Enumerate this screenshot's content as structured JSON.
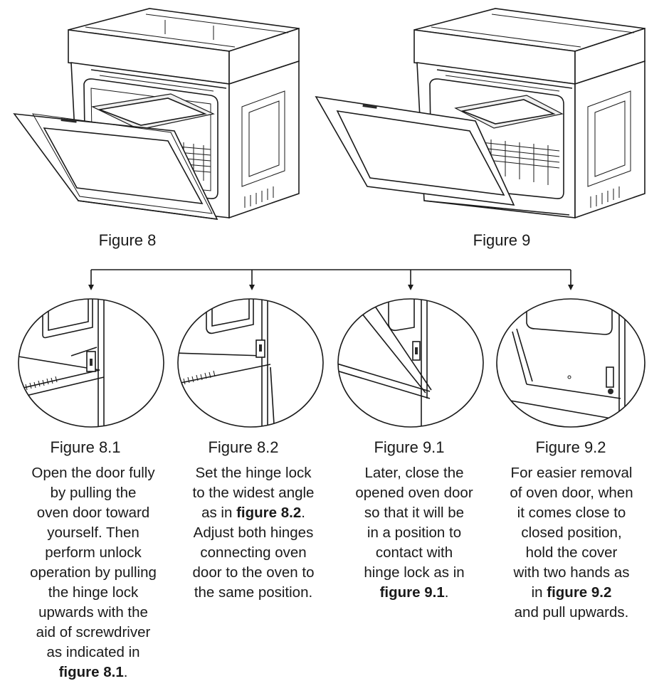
{
  "figures": {
    "fig8": {
      "caption": "Figure 8"
    },
    "fig9": {
      "caption": "Figure 9"
    }
  },
  "steps": [
    {
      "caption": "Figure 8.1",
      "text_lines": [
        "Open the door fully",
        "by pulling the",
        "oven door toward",
        "yourself. Then",
        "perform unlock",
        "operation by pulling",
        "the hinge lock",
        "upwards with the",
        "aid of screwdriver",
        "as indicated in"
      ],
      "bold_ref": "figure 8.1",
      "after_ref": "."
    },
    {
      "caption": "Figure 8.2",
      "line1": "Set the hinge lock",
      "line2": "to the widest angle",
      "line3_pre": "as in ",
      "bold_ref": "figure 8.2",
      "line3_post": ".",
      "line4": "Adjust both hinges",
      "line5": "connecting oven",
      "line6": "door to the oven to",
      "line7": "the same position."
    },
    {
      "caption": "Figure 9.1",
      "text_lines": [
        "Later, close the",
        "opened oven door",
        "so that it will be",
        "in a position to",
        "contact with",
        "hinge lock as in"
      ],
      "bold_ref": "figure 9.1",
      "after_ref": "."
    },
    {
      "caption": "Figure 9.2",
      "text_lines": [
        "For easier removal",
        "of oven door, when",
        "it comes close to",
        "closed position,",
        "hold the cover",
        "with two hands as"
      ],
      "pre_ref": "in ",
      "bold_ref": "figure 9.2",
      "last_line": "and pull upwards."
    }
  ]
}
